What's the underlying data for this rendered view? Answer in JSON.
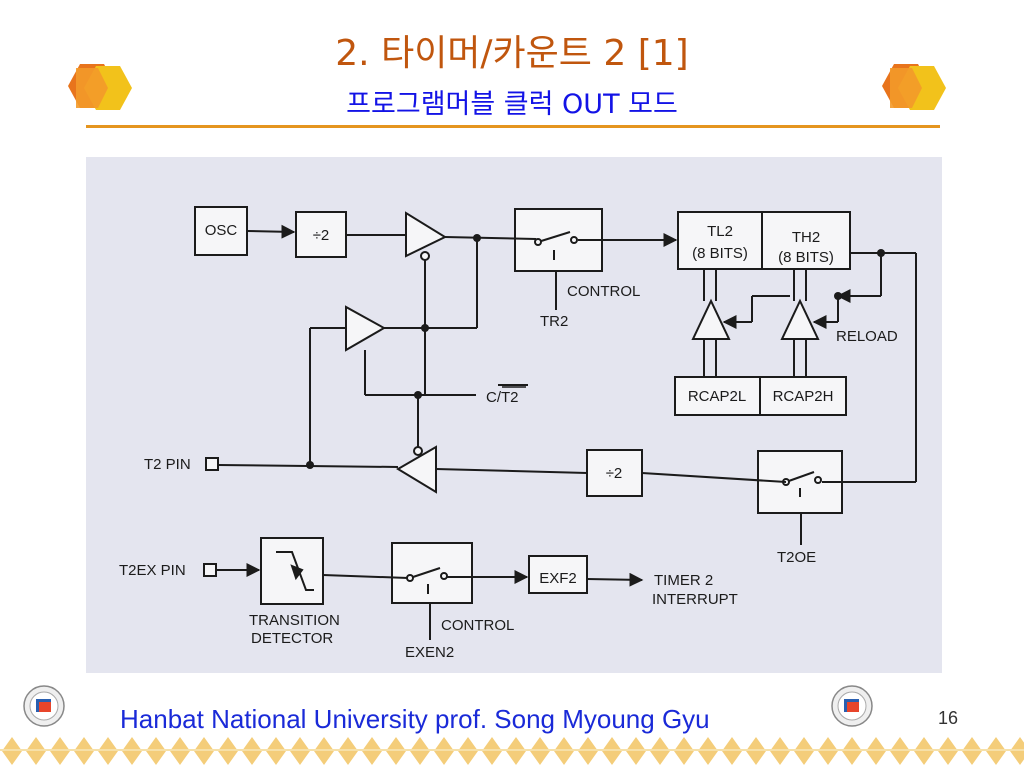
{
  "slide": {
    "title": "2. 타이머/카운트 2 [1]",
    "subtitle": "프로그램머블 클럭 OUT 모드",
    "footer": "Hanbat National University prof. Song Myoung Gyu",
    "page_number": "16"
  },
  "colors": {
    "title": "#c0560e",
    "subtitle": "#1313e6",
    "rule": "#e5951f",
    "footer": "#1a2ad8",
    "diagram_bg": "#e4e5ef"
  },
  "diagram": {
    "osc": "OSC",
    "div2_top": "÷2",
    "div2_mid": "÷2",
    "tl2": "TL2",
    "tl2_bits": "(8 BITS)",
    "th2": "TH2",
    "th2_bits": "(8 BITS)",
    "control_top": "CONTROL",
    "tr2": "TR2",
    "reload": "RELOAD",
    "rcap2l": "RCAP2L",
    "rcap2h": "RCAP2H",
    "c_t2_prefix": "C/",
    "c_t2_bar": "T2",
    "t2_pin": "T2 PIN",
    "t2oe": "T2OE",
    "t2ex_pin": "T2EX PIN",
    "transition": "TRANSITION",
    "detector": "DETECTOR",
    "control_bottom": "CONTROL",
    "exen2": "EXEN2",
    "exf2": "EXF2",
    "timer2": "TIMER 2",
    "interrupt": "INTERRUPT"
  }
}
